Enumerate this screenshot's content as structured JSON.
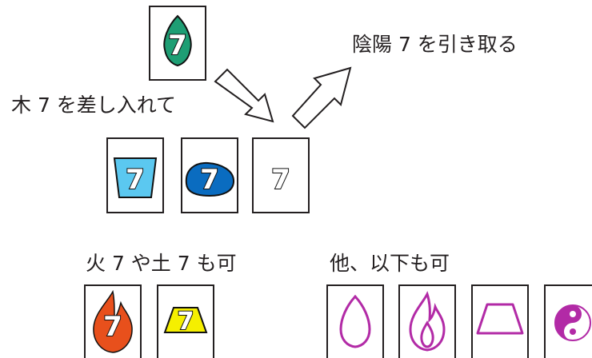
{
  "labels": {
    "insert": "木 7 を差し入れて",
    "take": "陰陽 7 を引き取る",
    "alt_cards": "火 7 や土 7 も可",
    "others": "他、以下も可"
  },
  "cards": {
    "wood_top": "7",
    "water": "7",
    "metal": "7",
    "plain": "7",
    "fire": "7",
    "earth": "7"
  },
  "colors": {
    "wood": "#1e9e74",
    "water_light": "#5bc8f0",
    "water_dark": "#0a6cc0",
    "fire": "#e8501c",
    "earth": "#f5ef00",
    "outline_purple": "#b22aa6"
  },
  "icons": {
    "wood": "leaf-icon",
    "water": "cup-icon",
    "metal": "blob-icon",
    "fire": "flame-icon",
    "earth": "trapezoid-icon",
    "yinyang": "yinyang-icon"
  }
}
